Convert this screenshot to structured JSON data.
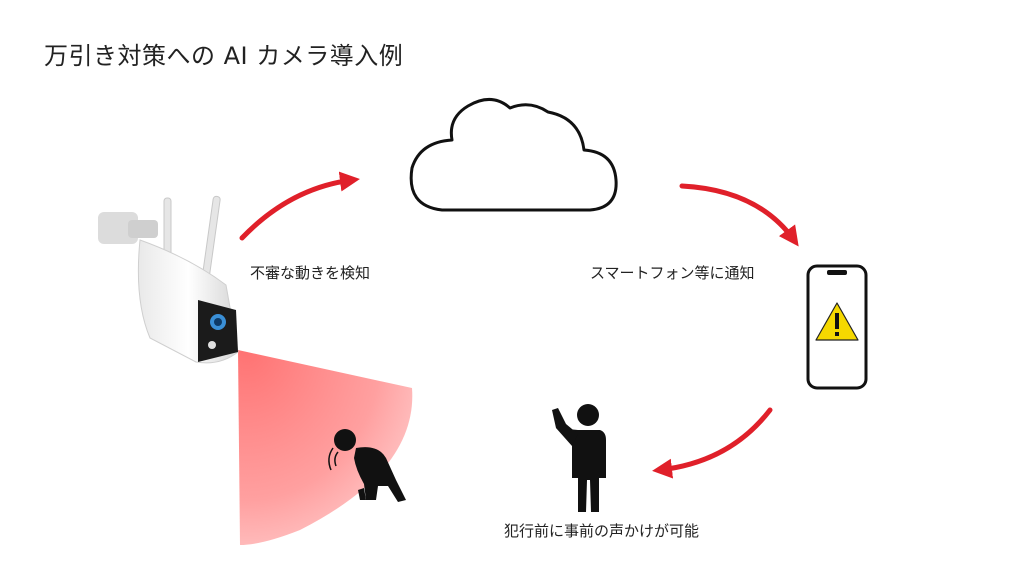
{
  "title": "万引き対策への AI カメラ導入例",
  "steps": {
    "detect": "不審な動きを検知",
    "notify": "スマートフォン等に通知",
    "voice": "犯行前に事前の声かけが可能"
  },
  "icons": {
    "camera": "security-camera-icon",
    "cloud": "cloud-icon",
    "phone": "smartphone-icon",
    "warning": "warning-icon",
    "staff": "staff-person-icon",
    "suspect": "crouching-person-icon"
  },
  "colors": {
    "arrow": "#e0202a",
    "detection_zone": "#ff8a8a",
    "warning": "#f5d800",
    "figure": "#111111"
  }
}
